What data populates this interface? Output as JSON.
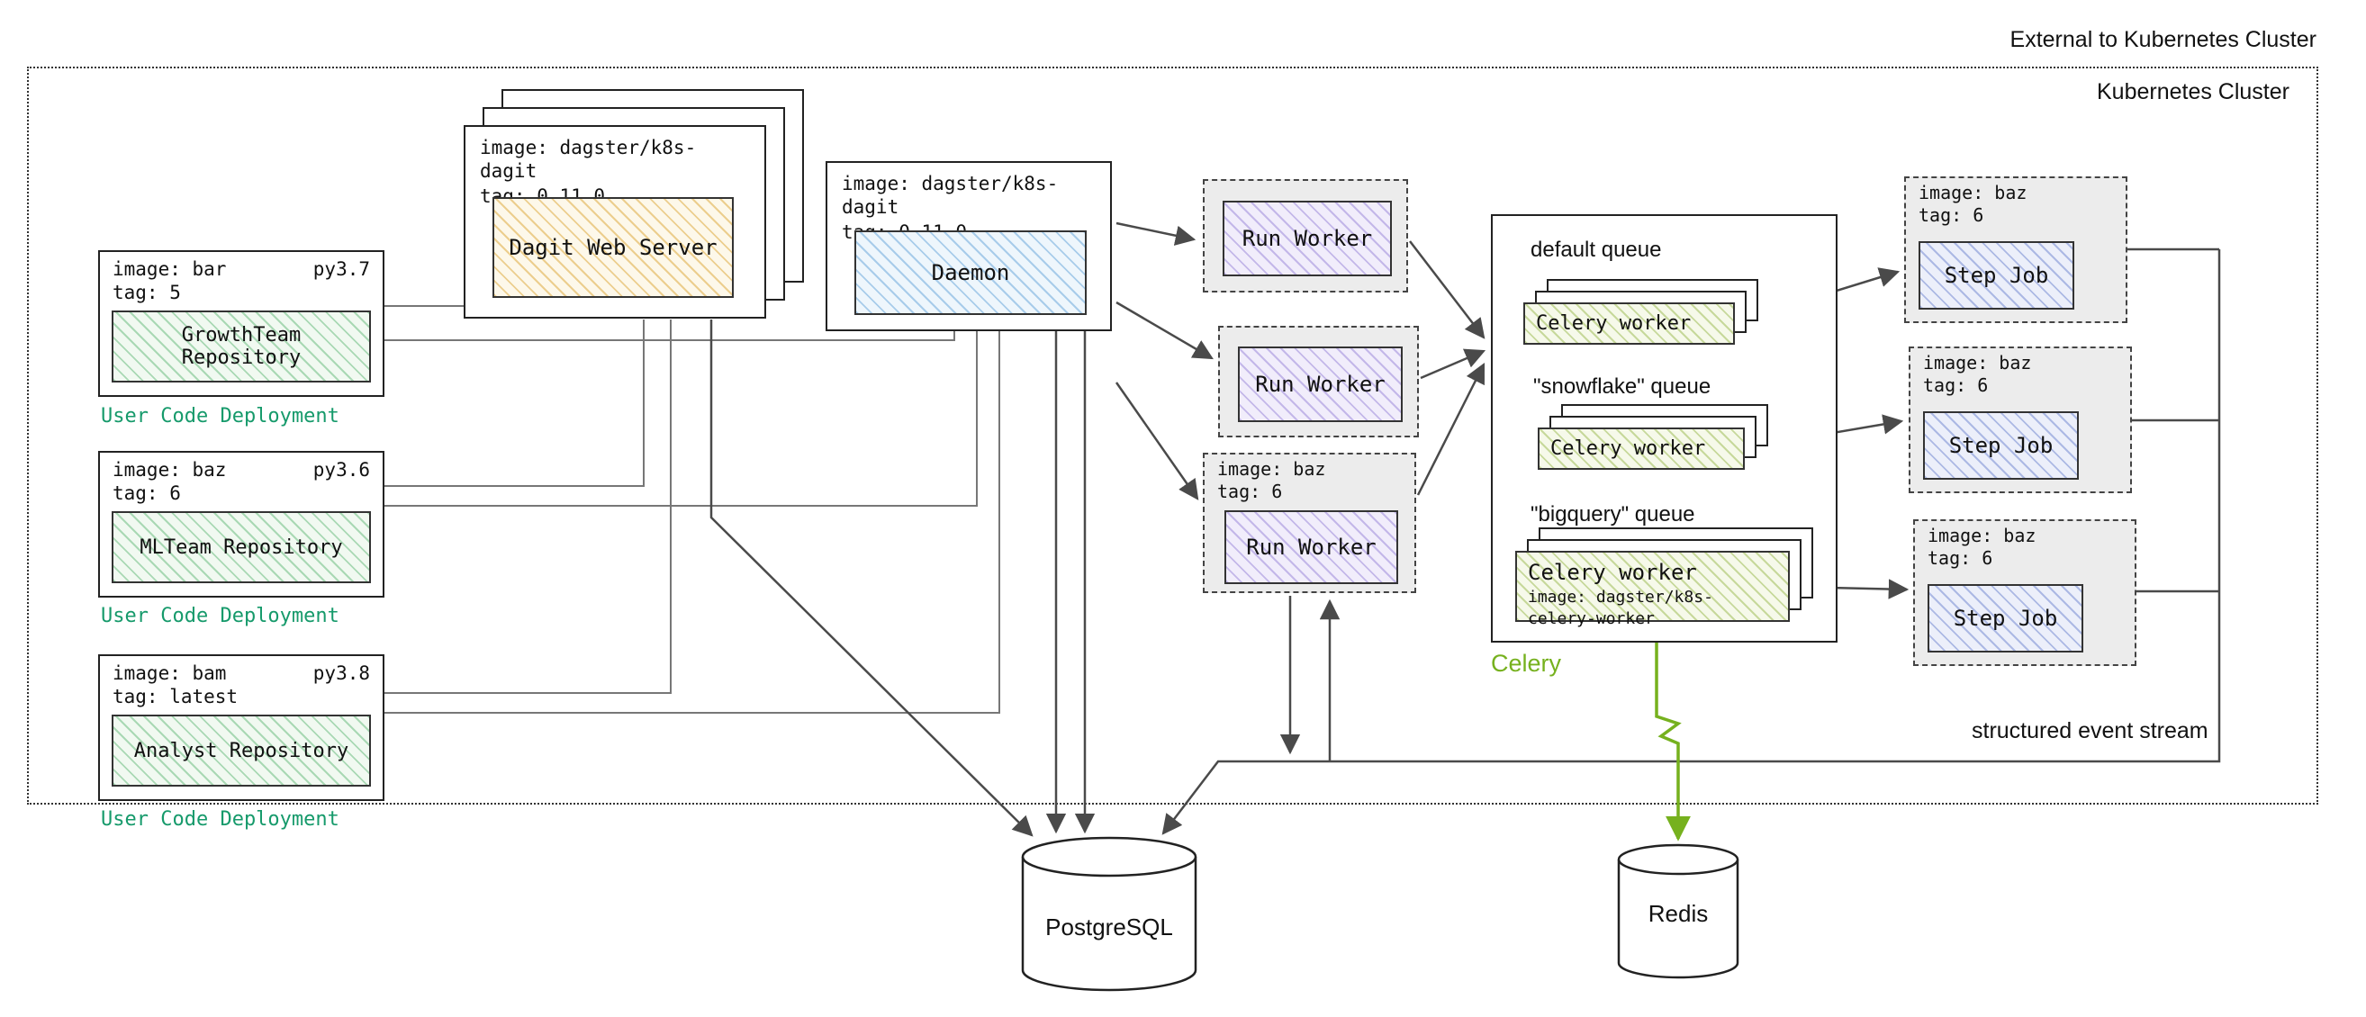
{
  "labels": {
    "external": "External to Kubernetes Cluster",
    "cluster": "Kubernetes Cluster",
    "event_stream": "structured event stream"
  },
  "user_code_deployments": [
    {
      "image": "image: bar",
      "python": "py3.7",
      "tag": "tag: 5",
      "repository": "GrowthTeam Repository",
      "caption": "User Code Deployment"
    },
    {
      "image": "image: baz",
      "python": "py3.6",
      "tag": "tag: 6",
      "repository": "MLTeam Repository",
      "caption": "User Code Deployment"
    },
    {
      "image": "image: bam",
      "python": "py3.8",
      "tag": "tag: latest",
      "repository": "Analyst Repository",
      "caption": "User Code Deployment"
    }
  ],
  "dagit": {
    "image": "image: dagster/k8s-dagit",
    "tag": "tag: 0.11.0",
    "label": "Dagit Web Server"
  },
  "daemon": {
    "image": "image: dagster/k8s-dagit",
    "tag": "tag: 0.11.0",
    "label": "Daemon"
  },
  "run_workers": [
    {
      "label": "Run Worker"
    },
    {
      "label": "Run Worker"
    },
    {
      "image": "image: baz",
      "tag": "tag: 6",
      "label": "Run Worker"
    }
  ],
  "celery": {
    "caption": "Celery",
    "queues": [
      {
        "name": "default queue",
        "worker": "Celery worker"
      },
      {
        "name": "\"snowflake\" queue",
        "worker": "Celery worker"
      },
      {
        "name": "\"bigquery\" queue",
        "worker": "Celery worker",
        "worker_image": "image: dagster/k8s-celery-worker"
      }
    ]
  },
  "step_jobs": [
    {
      "image": "image: baz",
      "tag": "tag: 6",
      "label": "Step Job"
    },
    {
      "image": "image: baz",
      "tag": "tag: 6",
      "label": "Step Job"
    },
    {
      "image": "image: baz",
      "tag": "tag: 6",
      "label": "Step Job"
    }
  ],
  "databases": {
    "postgresql": "PostgreSQL",
    "redis": "Redis"
  },
  "colors": {
    "caption_green": "#169a6b",
    "celery_green": "#76b11e",
    "wire_gray": "#4a4a4a"
  }
}
